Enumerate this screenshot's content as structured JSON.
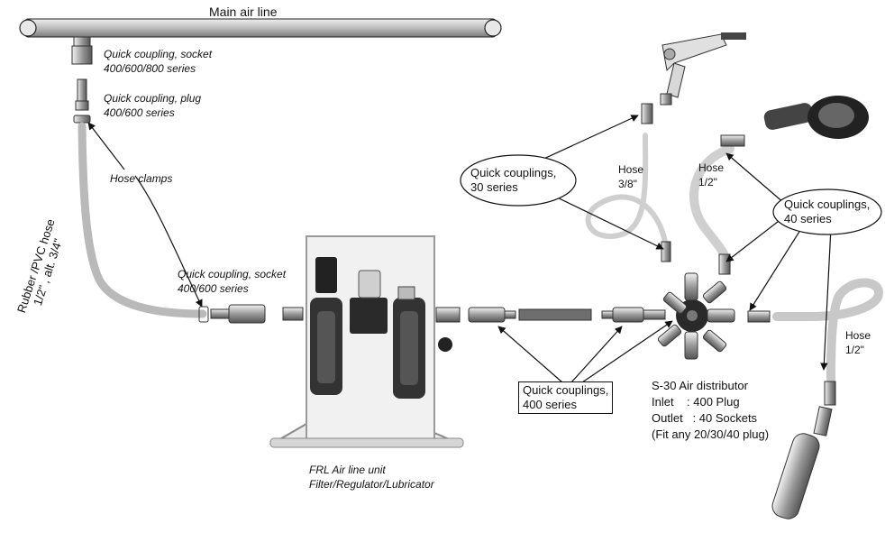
{
  "main_air_line": {
    "label": "Main air line"
  },
  "top_socket": {
    "line1": "Quick coupling, socket",
    "line2": "400/600/800 series"
  },
  "top_plug": {
    "line1": "Quick coupling, plug",
    "line2": "400/600 series"
  },
  "hose_clamps": {
    "label": "Hose clamps"
  },
  "rubber_hose": {
    "line1": "Rubber /PVC hose",
    "line2": "1/2\" , alt. 3/4\""
  },
  "mid_socket": {
    "line1": "Quick coupling, socket",
    "line2": "400/600 series"
  },
  "frl": {
    "line1": "FRL Air line unit",
    "line2": "Filter/Regulator/Lubricator"
  },
  "qc30": {
    "line1": "Quick couplings,",
    "line2": "30 series"
  },
  "hose38": {
    "line1": "Hose",
    "line2": "3/8\""
  },
  "hose12_top": {
    "line1": "Hose",
    "line2": "1/2\""
  },
  "qc40": {
    "line1": "Quick couplings,",
    "line2": "40 series"
  },
  "hose12_right": {
    "line1": "Hose",
    "line2": "1/2\""
  },
  "qc400": {
    "line1": "Quick couplings,",
    "line2": "400 series"
  },
  "distributor": {
    "title": "S-30 Air distributor",
    "inlet": "Inlet    : 400 Plug",
    "outlet": "Outlet   : 40 Sockets",
    "fit": "(Fit any 20/30/40 plug)"
  },
  "colors": {
    "hose": "#b9b9b9",
    "metal": "#9a9a9a",
    "outline": "#111111",
    "frame": "#cfcfcf"
  },
  "icons": [
    "air-gun-icon",
    "angle-grinder-icon",
    "die-grinder-icon",
    "frl-unit-icon",
    "distributor-icon"
  ]
}
